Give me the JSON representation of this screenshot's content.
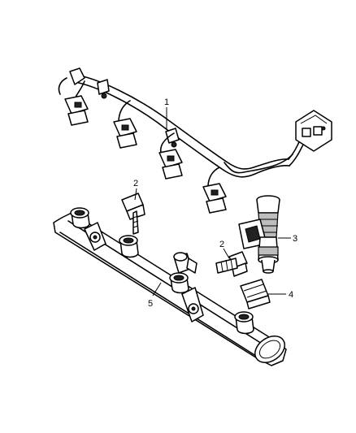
{
  "callouts": {
    "c1": "1",
    "c2a": "2",
    "c2b": "2",
    "c3": "3",
    "c4": "4",
    "c5": "5"
  }
}
